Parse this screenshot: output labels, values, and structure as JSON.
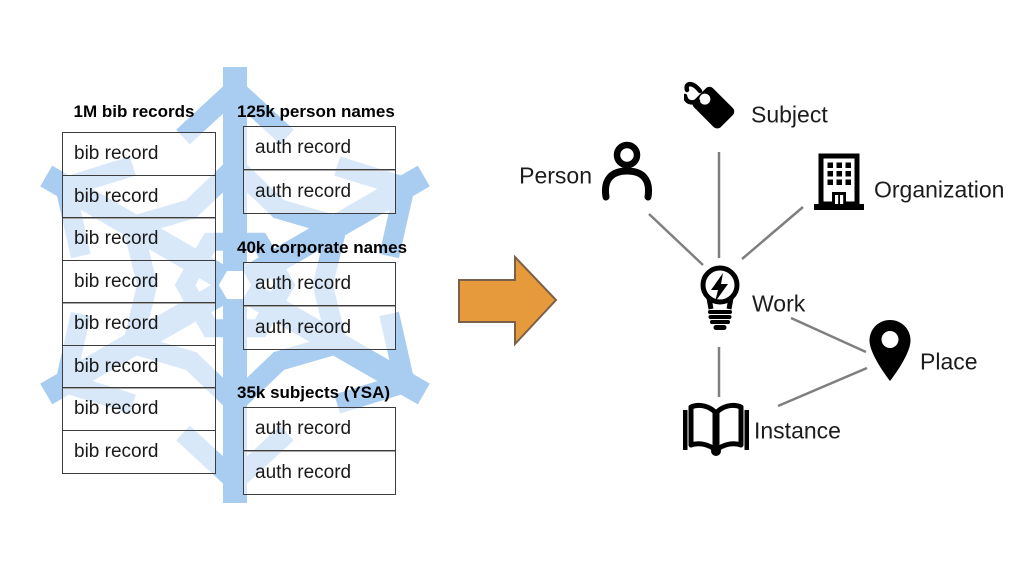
{
  "left_stack": {
    "title": "1M bib records",
    "rows": [
      "bib record",
      "bib record",
      "bib record",
      "bib record",
      "bib record",
      "bib record",
      "bib record",
      "bib record"
    ]
  },
  "auth_groups": [
    {
      "title": "125k person names",
      "rows": [
        "auth record",
        "auth record"
      ]
    },
    {
      "title": "40k corporate names",
      "rows": [
        "auth record",
        "auth record"
      ]
    },
    {
      "title": "35k subjects (YSA)",
      "rows": [
        "auth record",
        "auth record"
      ]
    }
  ],
  "arrow": {
    "fill": "#E79A3C",
    "stroke": "#7A6148"
  },
  "graph": {
    "nodes": [
      {
        "id": "subject",
        "label": "Subject",
        "icon": "tag-icon"
      },
      {
        "id": "person",
        "label": "Person",
        "icon": "person-icon"
      },
      {
        "id": "organization",
        "label": "Organization",
        "icon": "building-icon"
      },
      {
        "id": "work",
        "label": "Work",
        "icon": "lightbulb-icon"
      },
      {
        "id": "place",
        "label": "Place",
        "icon": "map-pin-icon"
      },
      {
        "id": "instance",
        "label": "Instance",
        "icon": "open-book-icon"
      }
    ],
    "edges": [
      [
        "subject",
        "work"
      ],
      [
        "person",
        "work"
      ],
      [
        "organization",
        "work"
      ],
      [
        "work",
        "place"
      ],
      [
        "work",
        "instance"
      ],
      [
        "place",
        "instance"
      ]
    ]
  },
  "colors": {
    "snowflake": "#A9CDF1",
    "edge": "#7F7F7F",
    "icon": "#000000"
  }
}
